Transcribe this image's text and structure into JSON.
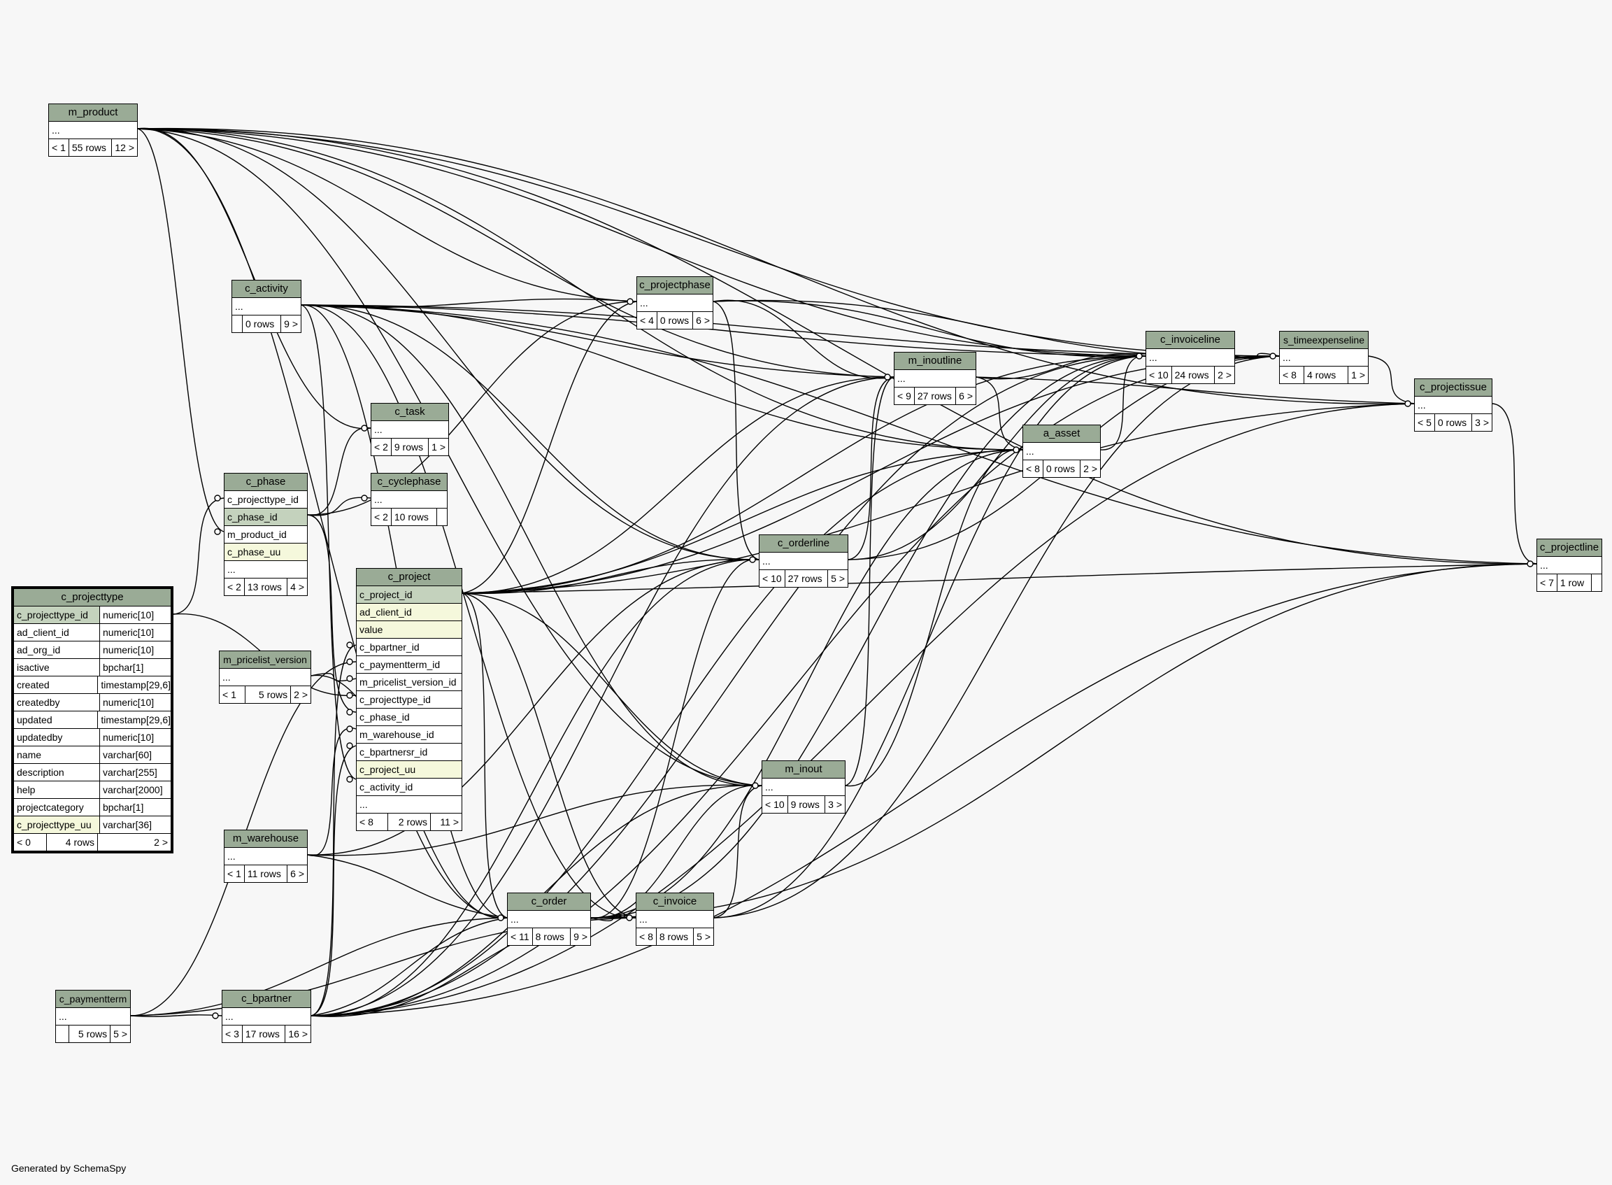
{
  "footer": "Generated by SchemaSpy",
  "tables": {
    "m_product": {
      "name": "m_product",
      "rows": [
        "..."
      ],
      "foot": [
        "< 1",
        "55 rows",
        "12 >"
      ]
    },
    "c_activity": {
      "name": "c_activity",
      "rows": [
        "..."
      ],
      "foot": [
        "",
        "0 rows",
        "9 >"
      ]
    },
    "c_task": {
      "name": "c_task",
      "rows": [
        "..."
      ],
      "foot": [
        "< 2",
        "9 rows",
        "1 >"
      ]
    },
    "c_cyclephase": {
      "name": "c_cyclephase",
      "rows": [
        "..."
      ],
      "foot": [
        "< 2",
        "10 rows",
        ""
      ]
    },
    "c_phase": {
      "name": "c_phase",
      "rows": [
        "c_projecttype_id",
        "c_phase_id",
        "m_product_id",
        "c_phase_uu",
        "..."
      ],
      "foot": [
        "< 2",
        "13 rows",
        "4 >"
      ]
    },
    "c_projectphase": {
      "name": "c_projectphase",
      "rows": [
        "..."
      ],
      "foot": [
        "< 4",
        "0 rows",
        "6 >"
      ]
    },
    "m_inoutline": {
      "name": "m_inoutline",
      "rows": [
        "..."
      ],
      "foot": [
        "< 9",
        "27 rows",
        "6 >"
      ]
    },
    "c_invoiceline": {
      "name": "c_invoiceline",
      "rows": [
        "..."
      ],
      "foot": [
        "< 10",
        "24 rows",
        "2 >"
      ]
    },
    "s_timeexpenseline": {
      "name": "s_timeexpenseline",
      "rows": [
        "..."
      ],
      "foot": [
        "< 8",
        "4 rows",
        "1 >"
      ]
    },
    "c_projectissue": {
      "name": "c_projectissue",
      "rows": [
        "..."
      ],
      "foot": [
        "< 5",
        "0 rows",
        "3 >"
      ]
    },
    "a_asset": {
      "name": "a_asset",
      "rows": [
        "..."
      ],
      "foot": [
        "< 8",
        "0 rows",
        "2 >"
      ]
    },
    "c_orderline": {
      "name": "c_orderline",
      "rows": [
        "..."
      ],
      "foot": [
        "< 10",
        "27 rows",
        "5 >"
      ]
    },
    "c_projectline": {
      "name": "c_projectline",
      "rows": [
        "..."
      ],
      "foot": [
        "< 7",
        "1 row",
        ""
      ]
    },
    "c_project": {
      "name": "c_project",
      "rows": [
        "c_project_id",
        "ad_client_id",
        "value",
        "c_bpartner_id",
        "c_paymentterm_id",
        "m_pricelist_version_id",
        "c_projecttype_id",
        "c_phase_id",
        "m_warehouse_id",
        "c_bpartnersr_id",
        "c_project_uu",
        "c_activity_id",
        "..."
      ],
      "foot": [
        "< 8",
        "2 rows",
        "11 >"
      ]
    },
    "m_pricelist_version": {
      "name": "m_pricelist_version",
      "rows": [
        "..."
      ],
      "foot": [
        "< 1",
        "5 rows",
        "2 >"
      ]
    },
    "m_warehouse": {
      "name": "m_warehouse",
      "rows": [
        "..."
      ],
      "foot": [
        "< 1",
        "11 rows",
        "6 >"
      ]
    },
    "m_inout": {
      "name": "m_inout",
      "rows": [
        "..."
      ],
      "foot": [
        "< 10",
        "9 rows",
        "3 >"
      ]
    },
    "c_order": {
      "name": "c_order",
      "rows": [
        "..."
      ],
      "foot": [
        "< 11",
        "8 rows",
        "9 >"
      ]
    },
    "c_invoice": {
      "name": "c_invoice",
      "rows": [
        "..."
      ],
      "foot": [
        "< 8",
        "8 rows",
        "5 >"
      ]
    },
    "c_paymentterm": {
      "name": "c_paymentterm",
      "rows": [
        "..."
      ],
      "foot": [
        "",
        "5 rows",
        "5 >"
      ]
    },
    "c_bpartner": {
      "name": "c_bpartner",
      "rows": [
        "..."
      ],
      "foot": [
        "< 3",
        "17 rows",
        "16 >"
      ]
    }
  },
  "projecttype": {
    "name": "c_projecttype",
    "columns": [
      [
        "c_projecttype_id",
        "numeric[10]"
      ],
      [
        "ad_client_id",
        "numeric[10]"
      ],
      [
        "ad_org_id",
        "numeric[10]"
      ],
      [
        "isactive",
        "bpchar[1]"
      ],
      [
        "created",
        "timestamp[29,6]"
      ],
      [
        "createdby",
        "numeric[10]"
      ],
      [
        "updated",
        "timestamp[29,6]"
      ],
      [
        "updatedby",
        "numeric[10]"
      ],
      [
        "name",
        "varchar[60]"
      ],
      [
        "description",
        "varchar[255]"
      ],
      [
        "help",
        "varchar[2000]"
      ],
      [
        "projectcategory",
        "bpchar[1]"
      ],
      [
        "c_projecttype_uu",
        "varchar[36]"
      ]
    ],
    "foot": [
      "< 0",
      "4 rows",
      "2 >"
    ]
  }
}
